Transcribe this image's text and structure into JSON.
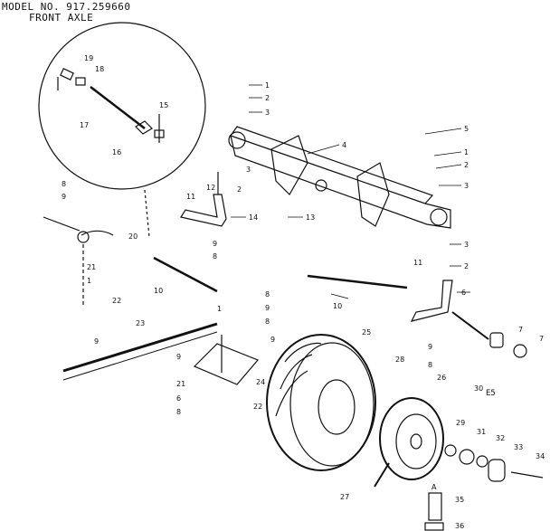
{
  "header": {
    "model_line": "MODEL NO. 917.259660",
    "section_title": "FRONT AXLE"
  },
  "drawing_code": "E5",
  "section_marker": "A",
  "callouts": [
    "1",
    "2",
    "3",
    "4",
    "5",
    "1",
    "2",
    "3",
    "8",
    "9",
    "11",
    "12",
    "2",
    "13",
    "3",
    "11",
    "14",
    "3",
    "2",
    "19",
    "18",
    "17",
    "16",
    "15",
    "20",
    "9",
    "8",
    "10",
    "21",
    "1",
    "22",
    "10",
    "6",
    "1",
    "8",
    "9",
    "8",
    "9",
    "9",
    "23",
    "9",
    "21",
    "6",
    "8",
    "24",
    "22",
    "25",
    "26",
    "27",
    "28",
    "29",
    "30",
    "31",
    "32",
    "33",
    "34",
    "35",
    "36",
    "7",
    "7",
    "9",
    "8"
  ]
}
